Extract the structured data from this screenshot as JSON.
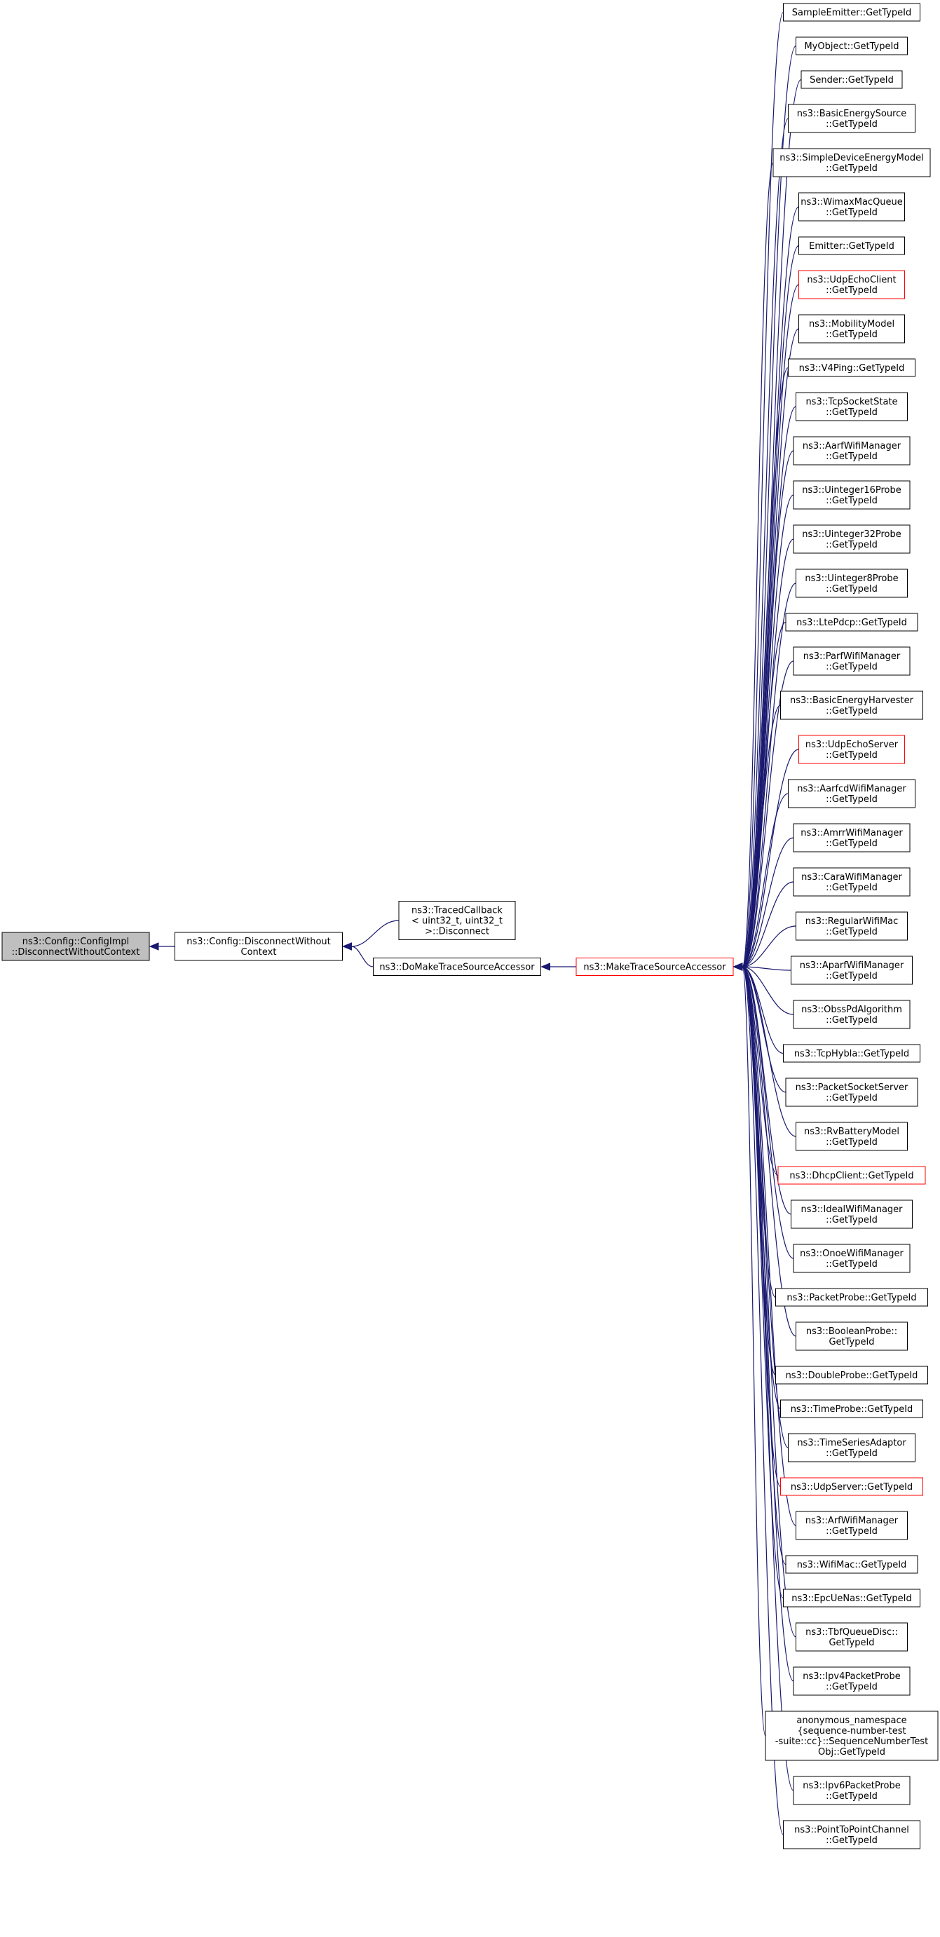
{
  "focus_node": {
    "lines": [
      "ns3::Config::ConfigImpl",
      "::DisconnectWithoutContext"
    ]
  },
  "level1": [
    {
      "lines": [
        "ns3::Config::DisconnectWithout",
        "Context"
      ]
    }
  ],
  "level2": [
    {
      "lines": [
        "ns3::TracedCallback",
        "< uint32_t, uint32_t",
        ">::Disconnect"
      ]
    },
    {
      "lines": [
        "ns3::DoMakeTraceSourceAccessor"
      ]
    }
  ],
  "level3": [
    {
      "lines": [
        "ns3::MakeTraceSourceAccessor"
      ],
      "highlight": "red"
    }
  ],
  "callers": [
    {
      "lines": [
        "SampleEmitter::GetTypeId"
      ]
    },
    {
      "lines": [
        "MyObject::GetTypeId"
      ]
    },
    {
      "lines": [
        "Sender::GetTypeId"
      ]
    },
    {
      "lines": [
        "ns3::BasicEnergySource",
        "::GetTypeId"
      ]
    },
    {
      "lines": [
        "ns3::SimpleDeviceEnergyModel",
        "::GetTypeId"
      ]
    },
    {
      "lines": [
        "ns3::WimaxMacQueue",
        "::GetTypeId"
      ]
    },
    {
      "lines": [
        "Emitter::GetTypeId"
      ]
    },
    {
      "lines": [
        "ns3::UdpEchoClient",
        "::GetTypeId"
      ],
      "highlight": "red"
    },
    {
      "lines": [
        "ns3::MobilityModel",
        "::GetTypeId"
      ]
    },
    {
      "lines": [
        "ns3::V4Ping::GetTypeId"
      ]
    },
    {
      "lines": [
        "ns3::TcpSocketState",
        "::GetTypeId"
      ]
    },
    {
      "lines": [
        "ns3::AarfWifiManager",
        "::GetTypeId"
      ]
    },
    {
      "lines": [
        "ns3::Uinteger16Probe",
        "::GetTypeId"
      ]
    },
    {
      "lines": [
        "ns3::Uinteger32Probe",
        "::GetTypeId"
      ]
    },
    {
      "lines": [
        "ns3::Uinteger8Probe",
        "::GetTypeId"
      ]
    },
    {
      "lines": [
        "ns3::LtePdcp::GetTypeId"
      ]
    },
    {
      "lines": [
        "ns3::ParfWifiManager",
        "::GetTypeId"
      ]
    },
    {
      "lines": [
        "ns3::BasicEnergyHarvester",
        "::GetTypeId"
      ]
    },
    {
      "lines": [
        "ns3::UdpEchoServer",
        "::GetTypeId"
      ],
      "highlight": "red"
    },
    {
      "lines": [
        "ns3::AarfcdWifiManager",
        "::GetTypeId"
      ]
    },
    {
      "lines": [
        "ns3::AmrrWifiManager",
        "::GetTypeId"
      ]
    },
    {
      "lines": [
        "ns3::CaraWifiManager",
        "::GetTypeId"
      ]
    },
    {
      "lines": [
        "ns3::RegularWifiMac",
        "::GetTypeId"
      ]
    },
    {
      "lines": [
        "ns3::AparfWifiManager",
        "::GetTypeId"
      ]
    },
    {
      "lines": [
        "ns3::ObssPdAlgorithm",
        "::GetTypeId"
      ]
    },
    {
      "lines": [
        "ns3::TcpHybla::GetTypeId"
      ]
    },
    {
      "lines": [
        "ns3::PacketSocketServer",
        "::GetTypeId"
      ]
    },
    {
      "lines": [
        "ns3::RvBatteryModel",
        "::GetTypeId"
      ]
    },
    {
      "lines": [
        "ns3::DhcpClient::GetTypeId"
      ],
      "highlight": "red"
    },
    {
      "lines": [
        "ns3::IdealWifiManager",
        "::GetTypeId"
      ]
    },
    {
      "lines": [
        "ns3::OnoeWifiManager",
        "::GetTypeId"
      ]
    },
    {
      "lines": [
        "ns3::PacketProbe::GetTypeId"
      ]
    },
    {
      "lines": [
        "ns3::BooleanProbe::",
        "GetTypeId"
      ]
    },
    {
      "lines": [
        "ns3::DoubleProbe::GetTypeId"
      ]
    },
    {
      "lines": [
        "ns3::TimeProbe::GetTypeId"
      ]
    },
    {
      "lines": [
        "ns3::TimeSeriesAdaptor",
        "::GetTypeId"
      ]
    },
    {
      "lines": [
        "ns3::UdpServer::GetTypeId"
      ],
      "highlight": "red"
    },
    {
      "lines": [
        "ns3::ArfWifiManager",
        "::GetTypeId"
      ]
    },
    {
      "lines": [
        "ns3::WifiMac::GetTypeId"
      ]
    },
    {
      "lines": [
        "ns3::EpcUeNas::GetTypeId"
      ]
    },
    {
      "lines": [
        "ns3::TbfQueueDisc::",
        "GetTypeId"
      ]
    },
    {
      "lines": [
        "ns3::Ipv4PacketProbe",
        "::GetTypeId"
      ]
    },
    {
      "lines": [
        "anonymous_namespace",
        "{sequence-number-test",
        "-suite::cc}::SequenceNumberTest",
        "Obj::GetTypeId"
      ]
    },
    {
      "lines": [
        "ns3::Ipv6PacketProbe",
        "::GetTypeId"
      ]
    },
    {
      "lines": [
        "ns3::PointToPointChannel",
        "::GetTypeId"
      ]
    }
  ],
  "colors": {
    "edge": "#191970",
    "focus_fill": "#bfbfbf",
    "highlight_border": "#ff0000",
    "node_border": "#000000"
  }
}
